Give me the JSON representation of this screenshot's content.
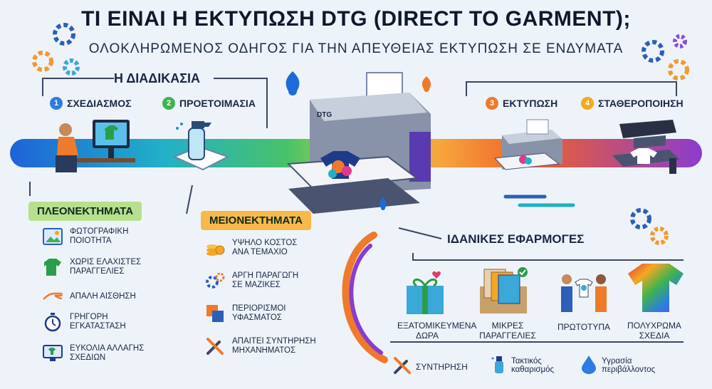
{
  "header": {
    "title": "ΤΙ ΕΙΝΑΙ Η ΕΚΤΥΠΩΣΗ DTG (DIRECT TO GARMENT);",
    "subtitle": "ΟΛΟΚΛΗΡΩΜΕΝΟΣ ΟΔΗΓΟΣ ΓΙΑ ΤΗΝ ΑΠΕΥΘΕΙΑΣ ΕΚΤΥΠΩΣΗ ΣΕ ΕΝΔΥΜΑΤΑ"
  },
  "process": {
    "title": "Η ΔΙΑΔΙΚΑΣΙΑ",
    "steps": [
      {
        "num": "1",
        "label": "ΣΧΕΔΙΑΣΜΟΣ",
        "color": "#2b7de0"
      },
      {
        "num": "2",
        "label": "ΠΡΟΕΤΟΙΜΑΣΙΑ",
        "color": "#3fb34f"
      },
      {
        "num": "3",
        "label": "ΕΚΤΥΠΩΣΗ",
        "color": "#f07a2a"
      },
      {
        "num": "4",
        "label": "ΣΤΑΘΕΡΟΠΟΙΗΣΗ",
        "color": "#f5a623"
      }
    ]
  },
  "printer": {
    "brand": "DTG"
  },
  "advantages": {
    "title": "ΠΛΕΟΝΕΚΤΗΜΑΤΑ",
    "items": [
      {
        "line1": "ΦΩΤΟΓΡΑΦΙΚΗ",
        "line2": "ΠΟΙΟΤΗΤΑ",
        "icon": "photo-icon"
      },
      {
        "line1": "ΧΩΡΙΣ ΕΛΑΧΙΣΤΕΣ",
        "line2": "ΠΑΡΑΓΓΕΛΙΕΣ",
        "icon": "tshirt-icon"
      },
      {
        "line1": "ΑΠΑΛΗ ΑΙΣΘΗΣΗ",
        "line2": "",
        "icon": "hand-icon"
      },
      {
        "line1": "ΓΡΗΓΟΡΗ",
        "line2": "ΕΓΚΑΤΑΣΤΑΣΗ",
        "icon": "stopwatch-icon"
      },
      {
        "line1": "ΕΥΚΟΛΙΑ ΑΛΛΑΓΗΣ",
        "line2": "ΣΧΕΔΙΩΝ",
        "icon": "monitor-icon"
      }
    ]
  },
  "disadvantages": {
    "title": "ΜΕΙΟΝΕΚΤΗΜΑΤΑ",
    "items": [
      {
        "line1": "ΥΨΗΛΟ ΚΟΣΤΟΣ",
        "line2": "ΑΝΑ ΤΕΜΑΧΙΟ",
        "icon": "coins-icon"
      },
      {
        "line1": "ΑΡΓΗ ΠΑΡΑΓΩΓΗ",
        "line2": "ΣΕ ΜΑΖΙΚΕΣ",
        "icon": "gears-icon"
      },
      {
        "line1": "ΠΕΡΙΟΡΙΣΜΟΙ",
        "line2": "ΥΦΑΣΜΑΤΟΣ",
        "icon": "fabric-icon"
      },
      {
        "line1": "ΑΠΑΙΤΕΙ ΣΥΝΤΗΡΗΣΗ",
        "line2": "ΜΗΧΑΝΗΜΑΤΟΣ",
        "icon": "tools-icon"
      }
    ]
  },
  "applications": {
    "title": "ΙΔΑΝΙΚΕΣ ΕΦΑΡΜΟΓΕΣ",
    "items": [
      {
        "line1": "ΕΞΑΤΟΜΙΚΕΥΜΕΝΑ",
        "line2": "ΔΩΡΑ",
        "icon": "gift-icon"
      },
      {
        "line1": "ΜΙΚΡΕΣ",
        "line2": "ΠΑΡΑΓΓΕΛΙΕΣ",
        "icon": "box-icon"
      },
      {
        "line1": "ΠΡΩΤΟΤΥΠΑ",
        "line2": "",
        "icon": "prototype-icon"
      },
      {
        "line1": "ΠΟΛΥΧΡΩΜΑ",
        "line2": "ΣΧΕΔΙΑ",
        "icon": "rainbow-shirt-icon"
      }
    ]
  },
  "footer": {
    "maintenance": "ΣΥΝΤΗΡΗΣΗ",
    "cleaning_line1": "Τακτικός",
    "cleaning_line2": "καθαρισμός",
    "humidity_line1": "Υγρασία",
    "humidity_line2": "περιβάλλοντος"
  }
}
